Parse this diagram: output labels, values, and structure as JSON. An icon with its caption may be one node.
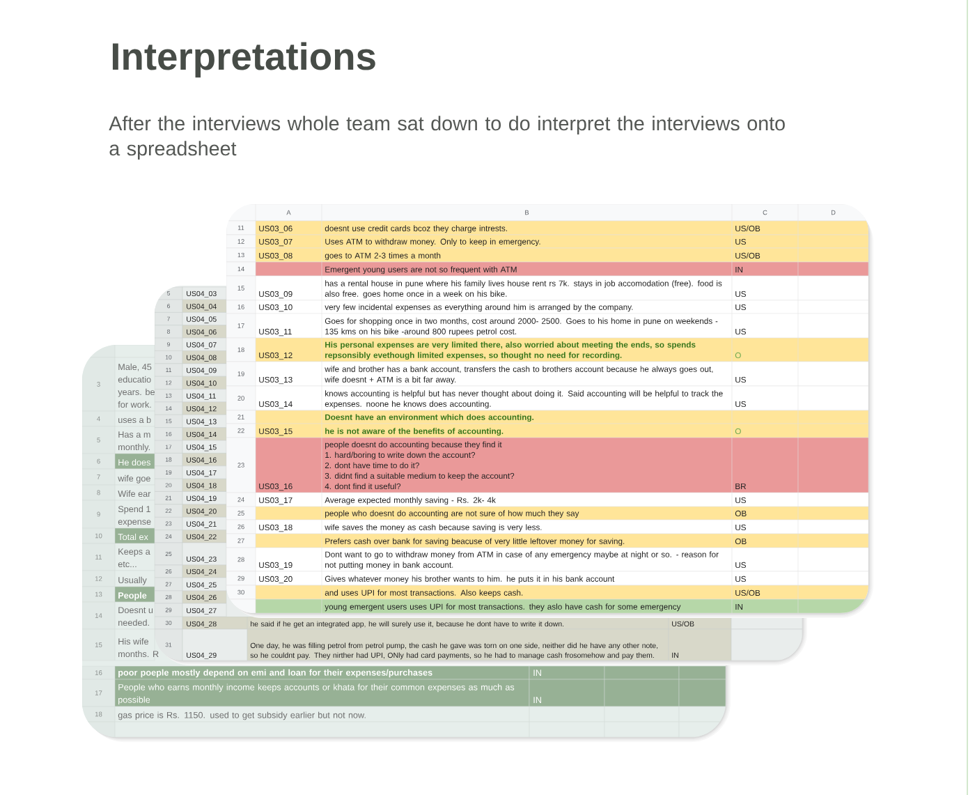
{
  "diagram": {
    "title": "Interpretations",
    "labels": [
      "After the interviews whole team sat down to do interpret the interviews onto a spreadsheet",
      "A",
      "B",
      "C",
      "D",
      "11",
      "US03_06",
      "doesnt use credit cards bcoz they charge intrests.",
      "US/OB",
      "12",
      "US03_07",
      "Uses ATM to withdraw money. Only to keep in emergency.",
      "US",
      "13",
      "US03_08",
      "goes to ATM 2-3 times a month",
      "US/OB",
      "14",
      "Emergent young users are not so frequent with ATM",
      "IN",
      "15",
      "US03_09",
      "has a rental house in pune where his family lives house rent rs 7k. stays in job accomodation (free). food is also free. goes home once in a week on his bike.",
      "US",
      "16",
      "US03_10",
      "very few incidental expenses as everything around him is arranged by the company.",
      "US",
      "17",
      "US03_11",
      "Goes for shopping once in two months, cost around 2000- 2500. Goes to his home in pune on weekends - 135 kms on his bike -around 800 rupees petrol cost.",
      "US",
      "18",
      "US03_12",
      "His personal expenses are very limited there, also worried about meeting the ends, so spends repsonsibly evethough limited expenses, so thought no need for recording.",
      "O",
      "19",
      "US03_13",
      "wife and brother has a bank account, transfers the cash to brothers account because he always goes out, wife doesnt + ATM is a bit far away.",
      "US",
      "20",
      "US03_14",
      "knows accounting is helpful but has never thought about doing it. Said accounting will be helpful to track the expenses. noone he knows does accounting.",
      "US",
      "21",
      "Doesnt have an environment which does accounting.",
      "22",
      "US03_15",
      "he is not aware of the benefits of accounting.",
      "O",
      "23",
      "US03_16",
      "people doesnt do accounting because they find it",
      "1. hard/boring to write down the account?",
      "2. dont have time to do it?",
      "3. didnt find a suitable medium to keep the account?",
      "4. dont find it useful?",
      "BR",
      "24",
      "US03_17",
      "Average expected monthly saving - Rs. 2k- 4k",
      "US",
      "25",
      "people who doesnt do accounting are not sure of how much they say",
      "OB",
      "26",
      "US03_18",
      "wife saves the money as cash because saving is very less.",
      "US",
      "27",
      "Prefers cash over bank for saving beacuse of very little leftover money for saving.",
      "OB",
      "28",
      "US03_19",
      "Dont want to go to withdraw money from ATM in case of any emergency maybe at night or so. - reason for not putting money in bank account.",
      "US",
      "29",
      "US03_20",
      "Gives whatever money his brother wants to him. he puts it in his bank account",
      "US",
      "30",
      "and uses UPI for most transactions. Also keeps cash.",
      "US/OB",
      "young emergent users uses UPI for most transactions. they aslo have cash for some emergency",
      "IN",
      "5",
      "US04_03",
      "6",
      "US04_04",
      "7",
      "US04_05",
      "8",
      "US04_06",
      "9",
      "US04_07",
      "10",
      "US04_08",
      "11",
      "US04_09",
      "12",
      "US04_10",
      "13",
      "US04_11",
      "14",
      "US04_12",
      "15",
      "US04_13",
      "16",
      "US04_14",
      "17",
      "US04_15",
      "18",
      "US04_16",
      "19",
      "US04_17",
      "20",
      "US04_18",
      "21",
      "US04_19",
      "22",
      "US04_20",
      "23",
      "US04_21",
      "24",
      "US04_22",
      "25",
      "US04_23",
      "26",
      "US04_24",
      "27",
      "US04_25",
      "28",
      "US04_26",
      "29",
      "US04_27",
      "30",
      "US04_28",
      "he said if he get an integrated app, he will surely use it, because he dont have to write it down.",
      "US/OB",
      "31",
      "US04_29",
      "One day, he was filling petrol from petrol pump, the cash he gave was torn on one side, neither did he have any other note, so he couldnt pay. They nirther had UPI, ONly had card payments, so he had to manage cash frosomehow and pay them.",
      "IN",
      "3",
      "Male, 45",
      "educatio",
      "years. be",
      "for work.",
      "4",
      "uses a b",
      "5",
      "Has a m",
      "monthly.",
      "6",
      "He does",
      "7",
      "wife goe",
      "8",
      "Wife ear",
      "9",
      "Spend 1",
      "expense",
      "10",
      "Total ex",
      "11",
      "Keeps a",
      "etc...",
      "12",
      "Usually",
      "13",
      "People",
      "14",
      "Doesnt u",
      "needed.",
      "15",
      "His wife",
      "months. R",
      "16",
      "poor poeple mostly depend on emi and loan for their expenses/purchases",
      "IN",
      "17",
      "People who earns monthly income keeps accounts or khata for their common expenses as much as possible",
      "IN",
      "18",
      "gas price is Rs. 1150. used to get subsidy earlier but not now."
    ]
  }
}
